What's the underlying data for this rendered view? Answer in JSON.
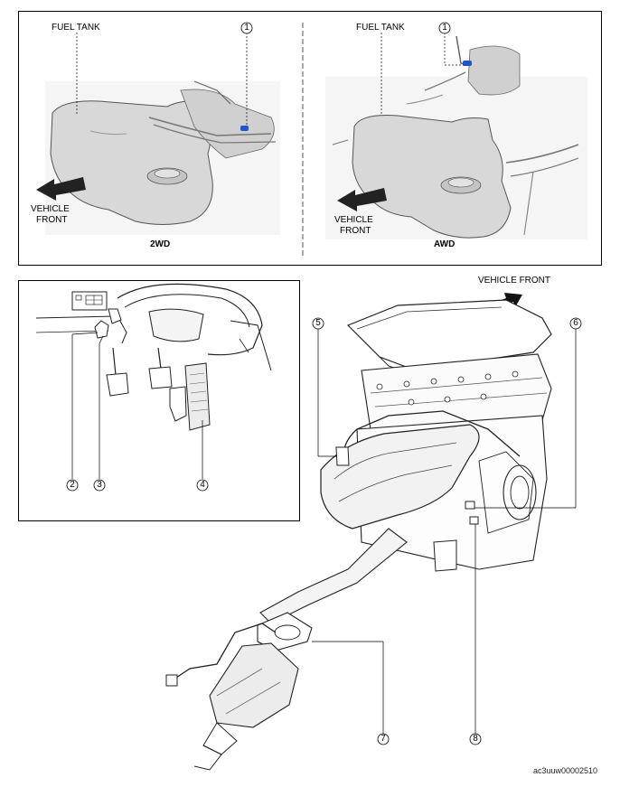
{
  "top_panel": {
    "left": {
      "fuel_tank_label": "FUEL TANK",
      "callout_1": "1",
      "vehicle_front_line1": "VEHICLE",
      "vehicle_front_line2": "FRONT",
      "caption": "2WD"
    },
    "right": {
      "fuel_tank_label": "FUEL TANK",
      "callout_1": "1",
      "vehicle_front_line1": "VEHICLE",
      "vehicle_front_line2": "FRONT",
      "caption": "AWD"
    }
  },
  "pedal_panel": {
    "callouts": [
      "2",
      "3",
      "4"
    ]
  },
  "engine": {
    "vehicle_front_label": "VEHICLE FRONT",
    "callouts": [
      "5",
      "6",
      "7",
      "8"
    ]
  },
  "reference_code": "ac3uuw00002510",
  "colors": {
    "highlight": "#2255cc",
    "tank": "#d8d8d8",
    "outline": "#000000",
    "shade": "#bdbdbd"
  }
}
